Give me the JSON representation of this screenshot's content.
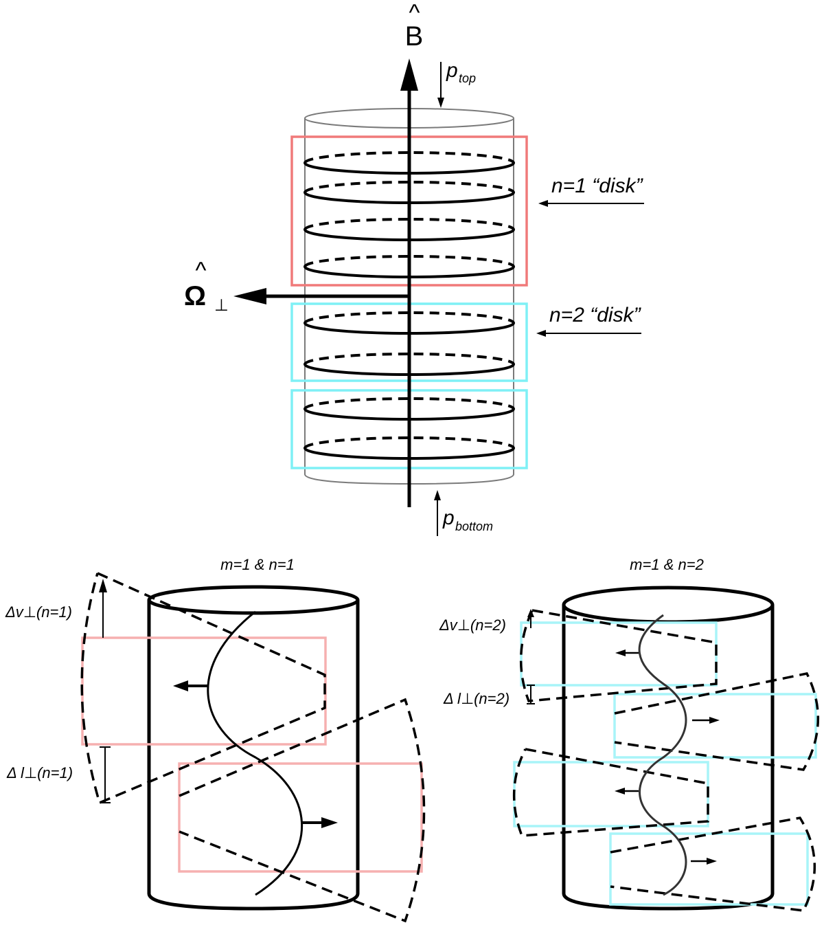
{
  "labels": {
    "b_hat": "B",
    "hat": "^",
    "p_top_base": "p",
    "p_top_sub": "top",
    "p_bottom_base": "p",
    "p_bottom_sub": "bottom",
    "omega_base": "Ω",
    "omega_sub": "⊥",
    "n1_disk": "n=1 “disk”",
    "n2_disk": "n=2 “disk”",
    "panel_left_title": "m=1 & n=1",
    "panel_right_title": "m=1 & n=2",
    "dv_n1": "Δv⊥(n=1)",
    "dl_n1": "Δ l⊥(n=1)",
    "dv_n2": "Δv⊥(n=2)",
    "dl_n2": "Δ l⊥(n=2)"
  },
  "colors": {
    "ink": "#000000",
    "cylinder_outline": "#7a7a7a",
    "n1_box": "#f07a7a",
    "n2_box": "#7ff0f5",
    "n1_box_light": "#f6b0b0",
    "n2_box_light": "#a8f4f8"
  }
}
